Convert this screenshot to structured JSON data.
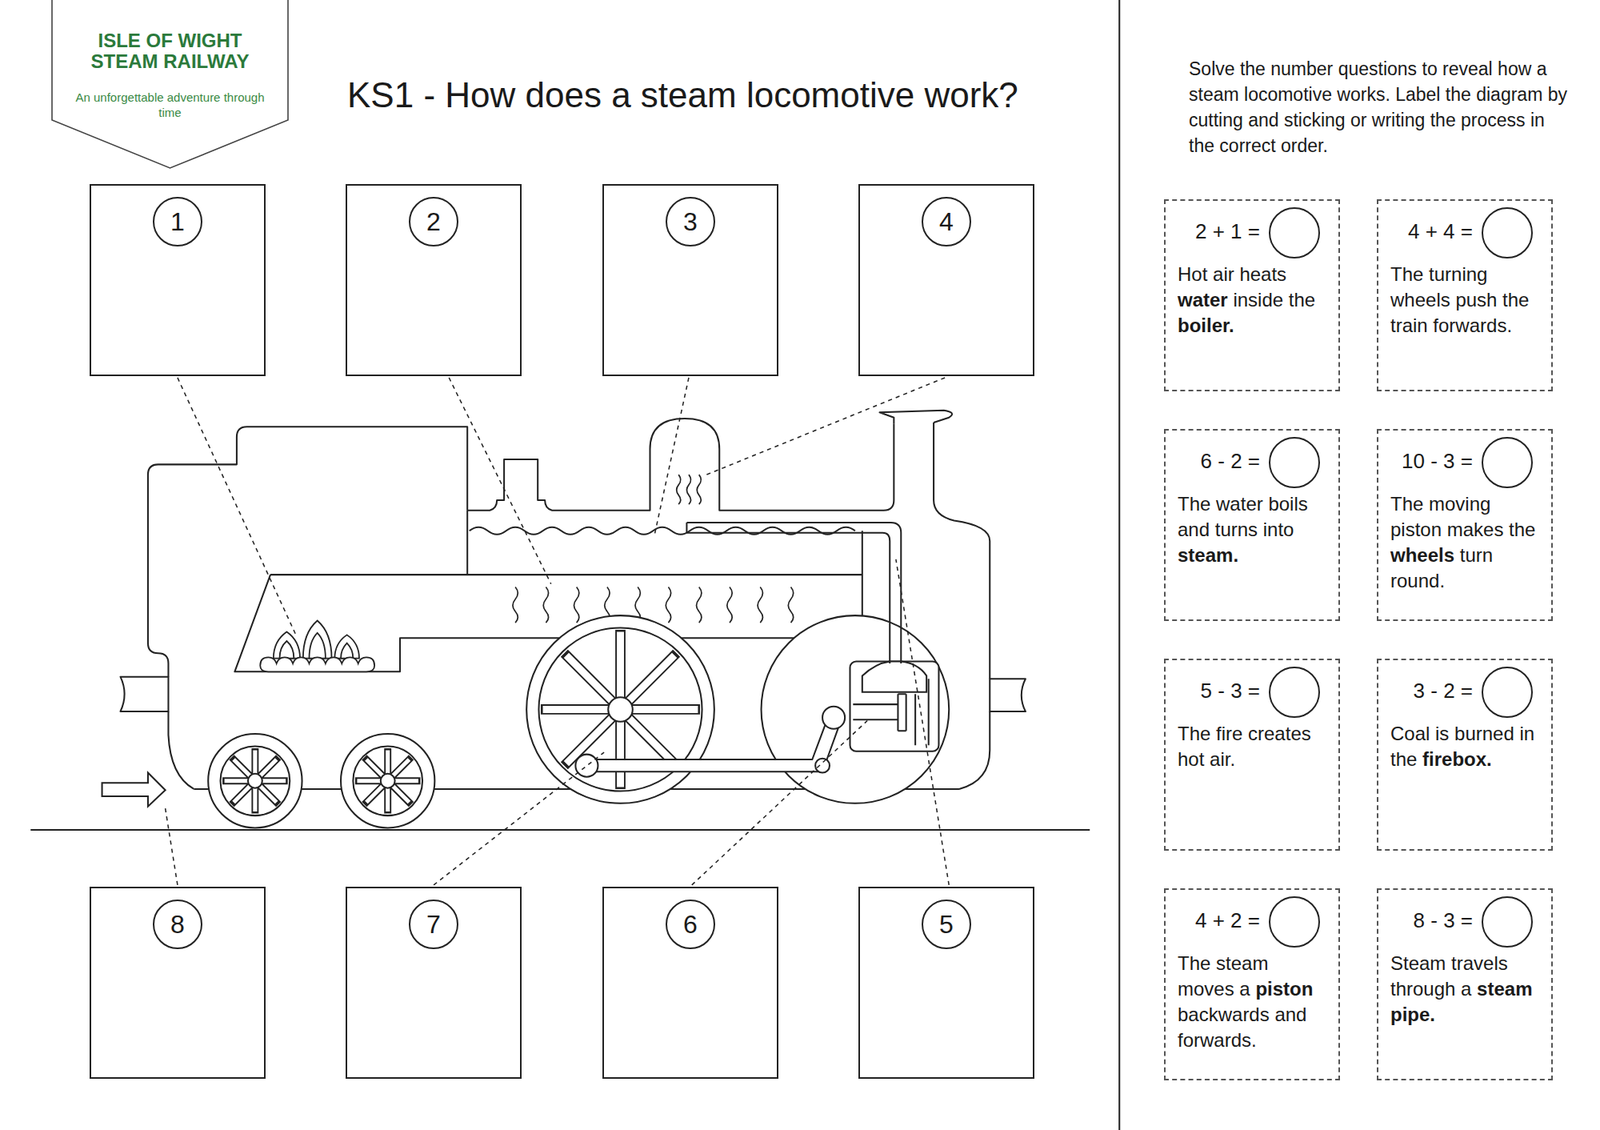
{
  "diagram": {
    "title": "KS1 - How does a steam locomotive work?",
    "nodes": [
      {
        "text": [
          "ISLE OF WIGHT STEAM RAILWAY",
          "An unforgettable adventure through time"
        ]
      },
      {
        "text": [
          "1"
        ]
      },
      {
        "text": [
          "2"
        ]
      },
      {
        "text": [
          "3"
        ]
      },
      {
        "text": [
          "4"
        ]
      },
      {
        "text": [
          "8"
        ]
      },
      {
        "text": [
          "7"
        ]
      },
      {
        "text": [
          "6"
        ]
      },
      {
        "text": [
          "5"
        ]
      },
      {
        "text": [
          "2 + 1 =",
          "Hot air heats water inside the boiler."
        ]
      },
      {
        "text": [
          "4 + 4 =",
          "The turning wheels push the train forwards."
        ]
      },
      {
        "text": [
          "6 - 2 =",
          "The water boils and turns into steam."
        ]
      },
      {
        "text": [
          "10 - 3 =",
          "The moving piston makes the wheels turn round."
        ]
      },
      {
        "text": [
          "5 - 3 =",
          "The fire creates hot air."
        ]
      },
      {
        "text": [
          "3 - 2 =",
          "Coal is burned in the firebox."
        ]
      },
      {
        "text": [
          "4 + 2 =",
          "The steam moves a piston backwards and forwards."
        ]
      },
      {
        "text": [
          "8 - 3 =",
          "Steam travels through a steam pipe."
        ]
      }
    ],
    "labels": [
      "Solve the number questions to reveal how a steam locomotive works. Label the diagram by cutting and sticking or writing the process in the correct order."
    ]
  }
}
